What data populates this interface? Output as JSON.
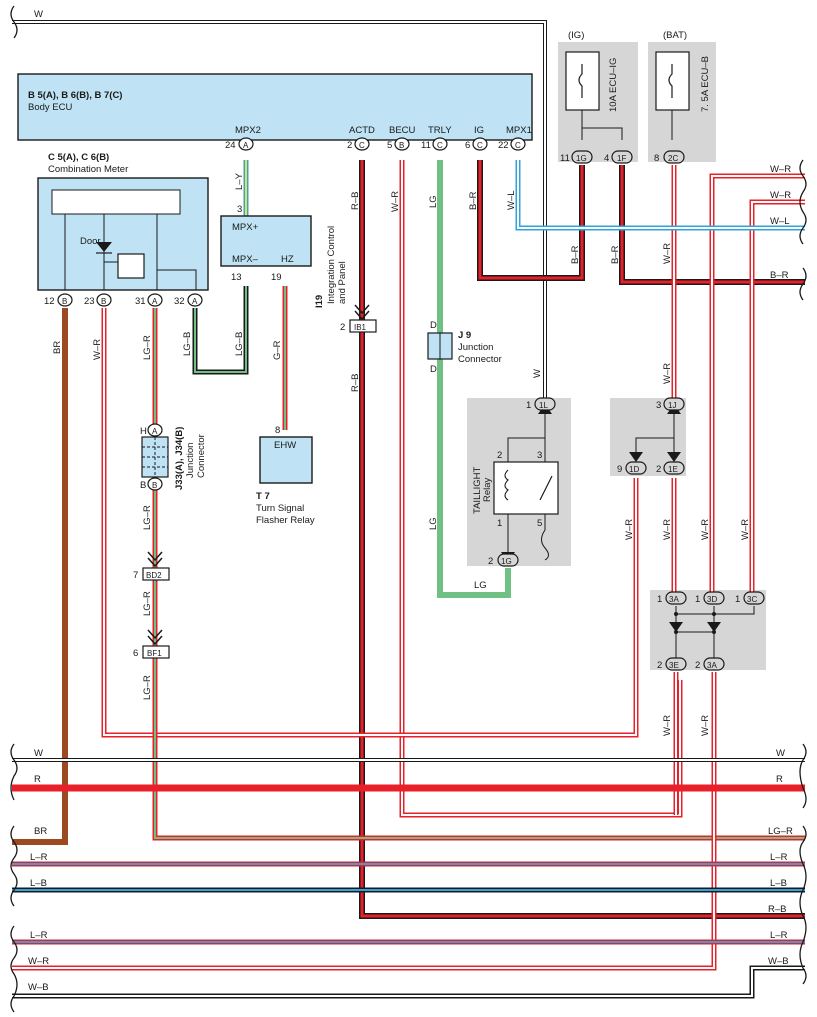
{
  "colors": {
    "background": "#ffffff",
    "component_fill": "#bfe3f4",
    "relay_box_fill": "#d6d6d6",
    "wire_red": "#e8202a",
    "wire_brown": "#9c4a22",
    "wire_green": "#6fc083",
    "wire_blue": "#2fa3dc",
    "wire_white": "#ffffff",
    "wire_outline": "#1a1a1a"
  },
  "body_ecu": {
    "title": "B 5(A), B 6(B), B 7(C)",
    "subtitle": "Body ECU",
    "pins": [
      {
        "num": "24",
        "conn": "A",
        "label": "MPX2"
      },
      {
        "num": "2",
        "conn": "C",
        "label": "ACTD"
      },
      {
        "num": "5",
        "conn": "B",
        "label": "BECU"
      },
      {
        "num": "11",
        "conn": "C",
        "label": "TRLY"
      },
      {
        "num": "6",
        "conn": "C",
        "label": "IG"
      },
      {
        "num": "22",
        "conn": "C",
        "label": "MPX1"
      }
    ]
  },
  "fuses": {
    "ig": {
      "header": "(IG)",
      "name": "10A ECU–IG",
      "pin_num_1": "11",
      "pin_conn_1": "1G",
      "pin_num_2": "4",
      "pin_conn_2": "1F"
    },
    "bat": {
      "header": "(BAT)",
      "name": "7. 5A ECU–B",
      "pin_num": "8",
      "pin_conn": "2C"
    }
  },
  "combination_meter": {
    "title": "C 5(A), C 6(B)",
    "subtitle": "Combination Meter",
    "door_label": "Door",
    "pins": [
      {
        "num": "12",
        "conn": "B"
      },
      {
        "num": "23",
        "conn": "B"
      },
      {
        "num": "31",
        "conn": "A"
      },
      {
        "num": "32",
        "conn": "A"
      }
    ]
  },
  "mpx_box": {
    "pin_top": "3",
    "mpx_plus": "MPX+",
    "mpx_minus": "MPX–",
    "hz": "HZ",
    "pin_bl": "13",
    "pin_br": "19"
  },
  "turn_signal": {
    "pin": "8",
    "label": "EHW",
    "id": "T 7",
    "name_line1": "Turn Signal",
    "name_line2": "Flasher Relay"
  },
  "integration_panel": {
    "id": "I19",
    "name_line1": "Integration Control",
    "name_line2": "and Panel",
    "pin": "2",
    "conn": "IB1"
  },
  "j9": {
    "id": "J 9",
    "name_line1": "Junction",
    "name_line2": "Connector",
    "top": "D",
    "bottom": "D"
  },
  "j33": {
    "id": "J33(A), J34(B)",
    "name_line1": "Junction",
    "name_line2": "Connector",
    "top_letter": "H",
    "top_conn": "A",
    "bottom_letter": "B",
    "bottom_conn": "B"
  },
  "connectors": {
    "bd2": {
      "num": "7",
      "label": "BD2"
    },
    "bf1": {
      "num": "6",
      "label": "BF1"
    }
  },
  "taillight_relay": {
    "label_line1": "TAILLIGHT",
    "label_line2": "Relay",
    "pin_in_num": "1",
    "pin_in_conn": "1L",
    "pin_out_num": "2",
    "pin_out_conn": "1G",
    "p2": "2",
    "p3": "3",
    "p1": "1",
    "p5": "5"
  },
  "relay_block_1j": {
    "top_num": "3",
    "top_conn": "1J",
    "l_num": "9",
    "l_conn": "1D",
    "r_num": "2",
    "r_conn": "1E"
  },
  "relay_block_3a": {
    "t1_num": "1",
    "t1_conn": "3A",
    "t2_num": "1",
    "t2_conn": "3D",
    "t3_num": "1",
    "t3_conn": "3C",
    "b1_num": "2",
    "b1_conn": "3E",
    "b2_num": "2",
    "b2_conn": "3A"
  },
  "wire_labels": {
    "w_top": "W",
    "ly": "L–Y",
    "rb_1": "R–B",
    "wr_becu": "W–R",
    "lg_trly": "LG",
    "br_ig": "B–R",
    "wl_mpx1": "W–L",
    "br_1g": "B–R",
    "br_1f": "B–R",
    "wr_2c": "W–R",
    "right_wr_1": "W–R",
    "right_wr_2": "W–R",
    "right_wl": "W–L",
    "right_br": "B–R",
    "br_meter": "BR",
    "wr_meter": "W–R",
    "lgr_meter": "LG–R",
    "lgb_meter": "LG–B",
    "lgb_mpx": "LG–B",
    "gr": "G–R",
    "rb_2": "R–B",
    "w_relay": "W",
    "wr_1j": "W–R",
    "lg_mid": "LG",
    "lg_bot": "LG",
    "lgr_j33": "LG–R",
    "lgr_bd2": "LG–R",
    "lgr_bf1": "LG–R",
    "wr_1d": "W–R",
    "wr_1e": "W–R",
    "wr_3d": "W–R",
    "wr_3c": "W–R",
    "wr_3e": "W–R",
    "wr_3a": "W–R"
  },
  "buses": [
    {
      "left": "W",
      "right": "W"
    },
    {
      "left": "R",
      "right": "R"
    },
    {
      "left": "BR",
      "right": "LG–R"
    },
    {
      "left": "L–R",
      "right": "L–R"
    },
    {
      "left": "L–B",
      "right": "L–B"
    },
    {
      "left": "",
      "right": "R–B"
    },
    {
      "left": "L–R",
      "right": "L–R"
    },
    {
      "left": "W–R",
      "right": "W–B"
    },
    {
      "left": "W–B",
      "right": ""
    }
  ]
}
